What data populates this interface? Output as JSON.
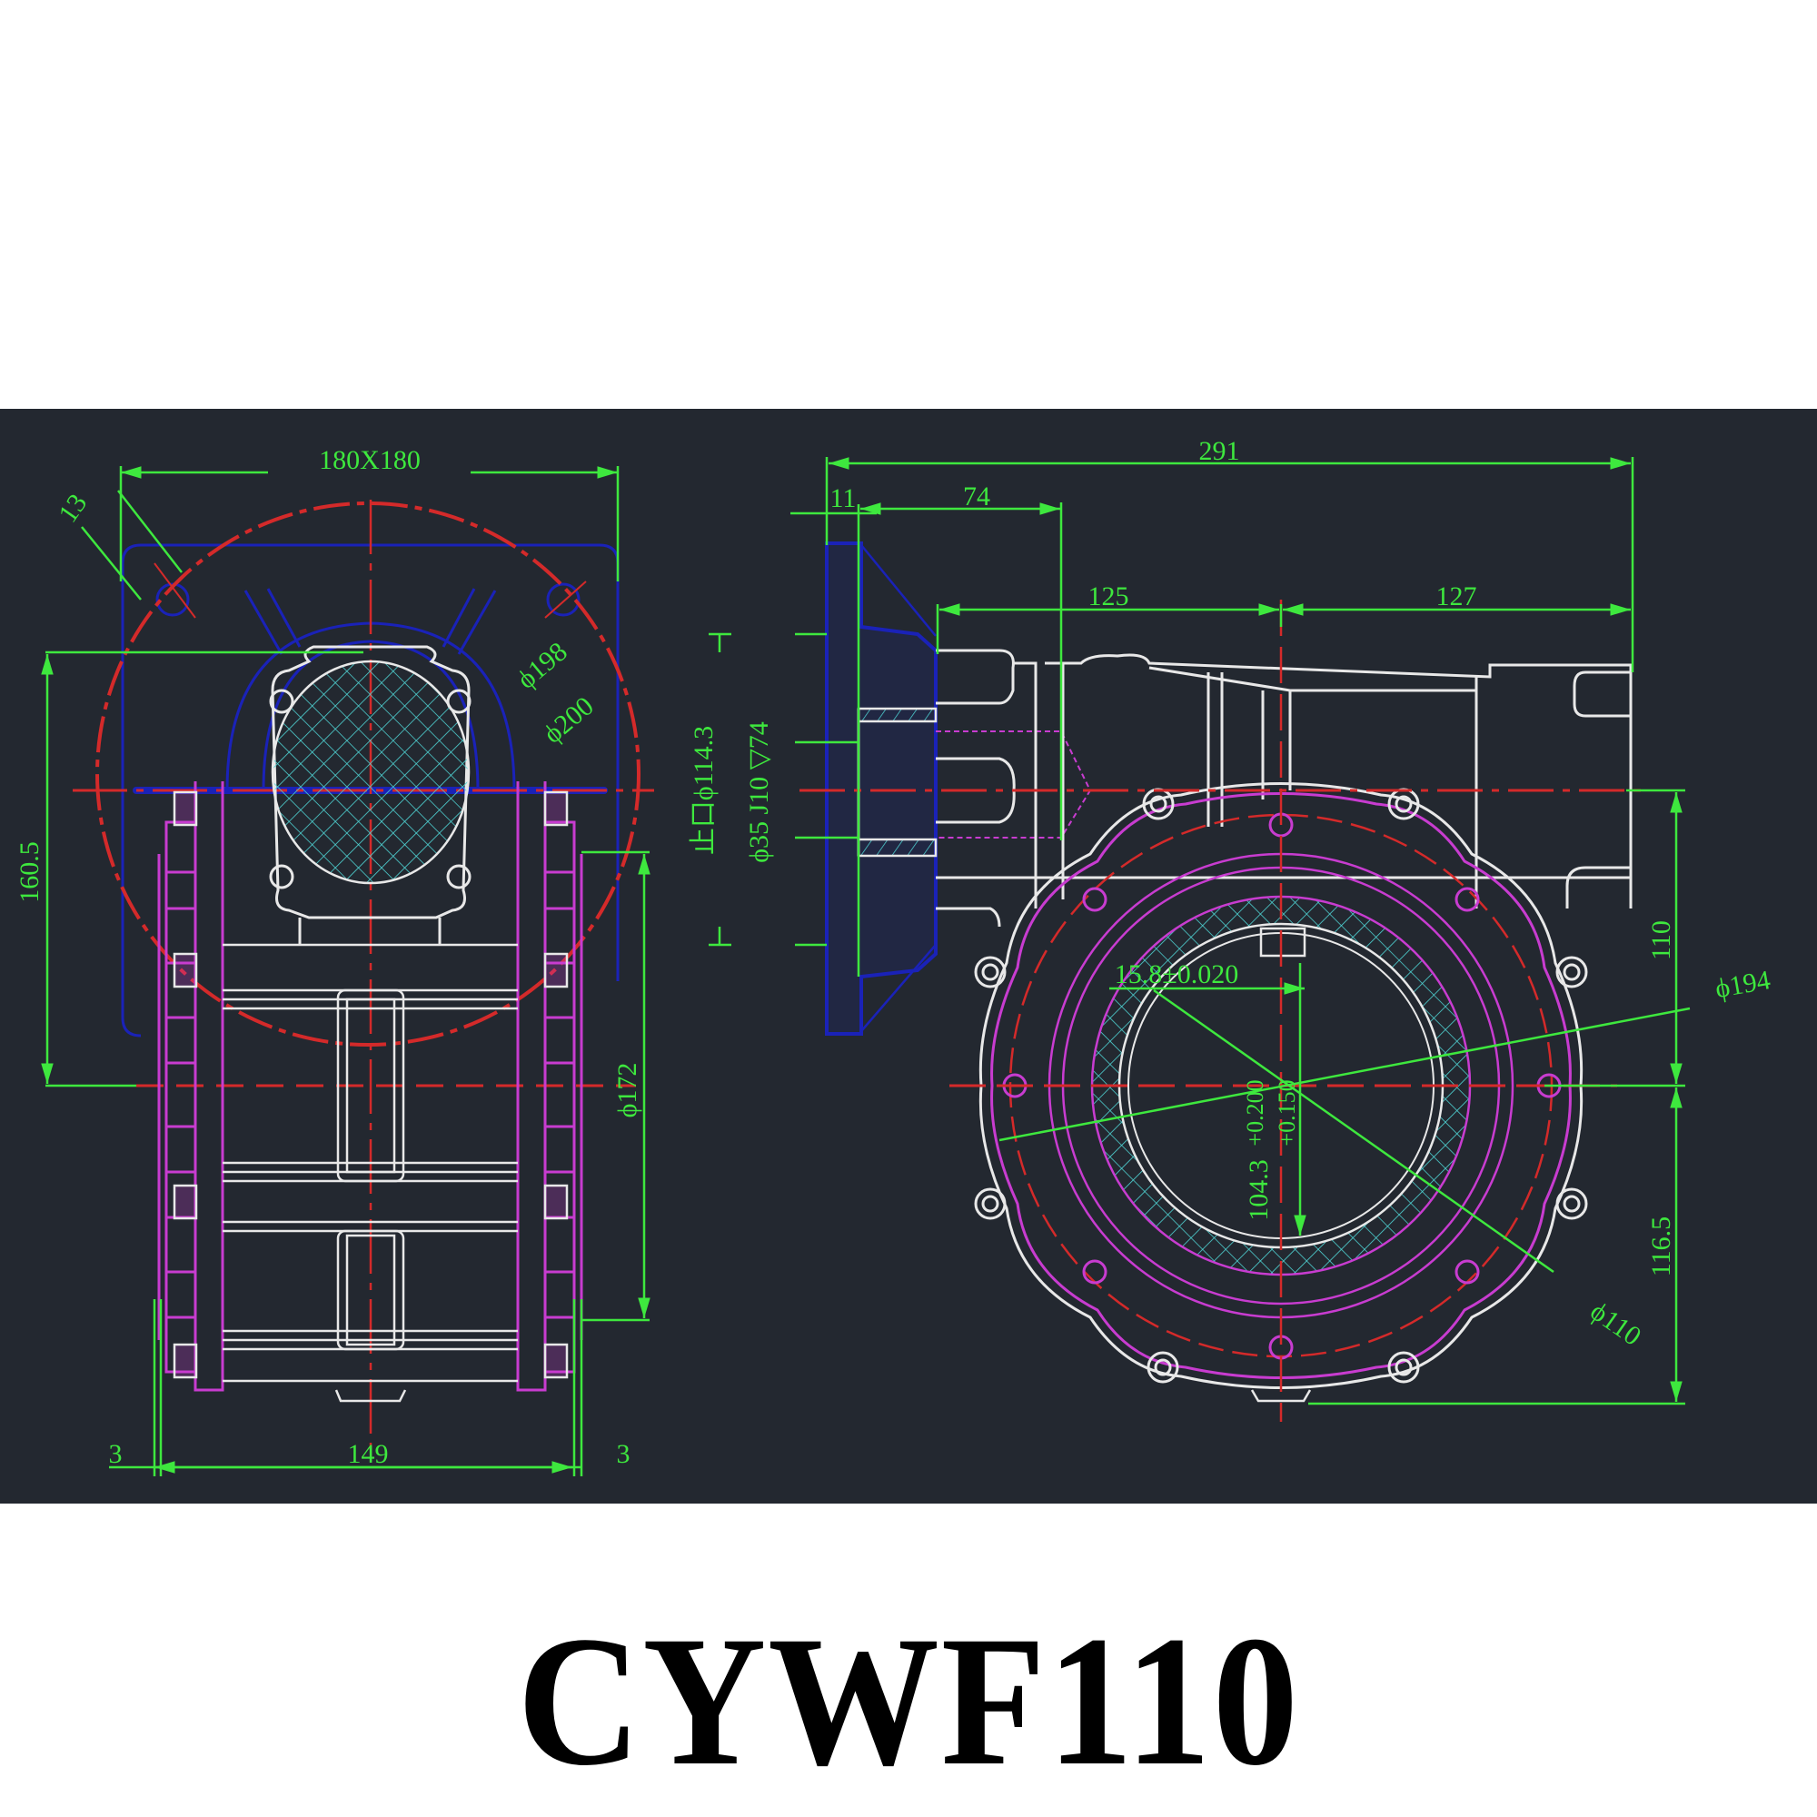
{
  "title": "CYWF110",
  "colors": {
    "background": "#232830",
    "page": "#ffffff",
    "dimension": "#3ee83e",
    "centerline": "#d42a2a",
    "blue_outline": "#1a22b8",
    "magenta_outline": "#c83cd0",
    "white_outline": "#e8e8e8",
    "hatch": "#4fd6d6"
  },
  "left_view": {
    "dimensions": {
      "mounting_square": "180X180",
      "bolt_hole": "13",
      "pcd_inner": "ϕ198",
      "pcd_outer": "ϕ200",
      "height": "160.5",
      "body_diameter": "ϕ172",
      "width": "149",
      "left_gap": "3",
      "right_gap": "3"
    }
  },
  "right_view": {
    "dimensions": {
      "overall_length": "291",
      "flange_thickness": "11",
      "input_length": "74",
      "left_to_center": "125",
      "center_to_right": "127",
      "spigot": "止口ϕ114.3",
      "input_bore": "ϕ35 J10 ▽74",
      "keyway_width": "15.8±0.020",
      "keyway_depth_base": "104.3",
      "keyway_tol_upper": "+0.200",
      "keyway_tol_lower": "+0.150",
      "upper_height": "110",
      "lower_height": "116.5",
      "flange_pcd": "ϕ194",
      "bore_diameter": "ϕ110"
    }
  }
}
